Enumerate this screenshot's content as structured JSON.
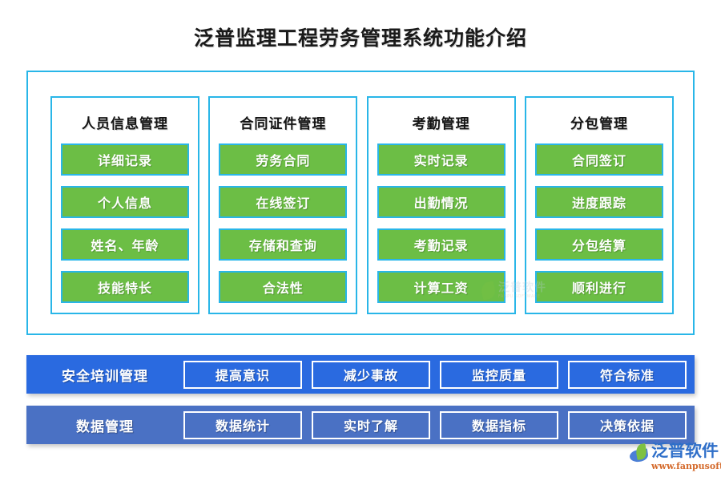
{
  "page": {
    "title": "泛普监理工程劳务管理系统功能介绍"
  },
  "colors": {
    "frame_border": "#29b6e8",
    "chip_green": "#6cbe45",
    "bar_primary_blue": "#2a6ae0",
    "bar_secondary_blue": "#4a71c4",
    "title_text": "#1a1a1a"
  },
  "panel": {
    "columns": [
      {
        "title": "人员信息管理",
        "items": [
          "详细记录",
          "个人信息",
          "姓名、年龄",
          "技能特长"
        ]
      },
      {
        "title": "合同证件管理",
        "items": [
          "劳务合同",
          "在线签订",
          "存储和查询",
          "合法性"
        ]
      },
      {
        "title": "考勤管理",
        "items": [
          "实时记录",
          "出勤情况",
          "考勤记录",
          "计算工资"
        ]
      },
      {
        "title": "分包管理",
        "items": [
          "合同签订",
          "进度跟踪",
          "分包结算",
          "顺利进行"
        ]
      }
    ]
  },
  "bars": [
    {
      "label": "安全培训管理",
      "items": [
        "提高意识",
        "减少事故",
        "监控质量",
        "符合标准"
      ]
    },
    {
      "label": "数据管理",
      "items": [
        "数据统计",
        "实时了解",
        "数据指标",
        "决策依据"
      ]
    }
  ],
  "watermark": {
    "cn": "泛普软件",
    "en": "FANPU SOFTWARE"
  },
  "logo": {
    "cn": "泛普软件",
    "url": "www.fanpusoft.com"
  }
}
